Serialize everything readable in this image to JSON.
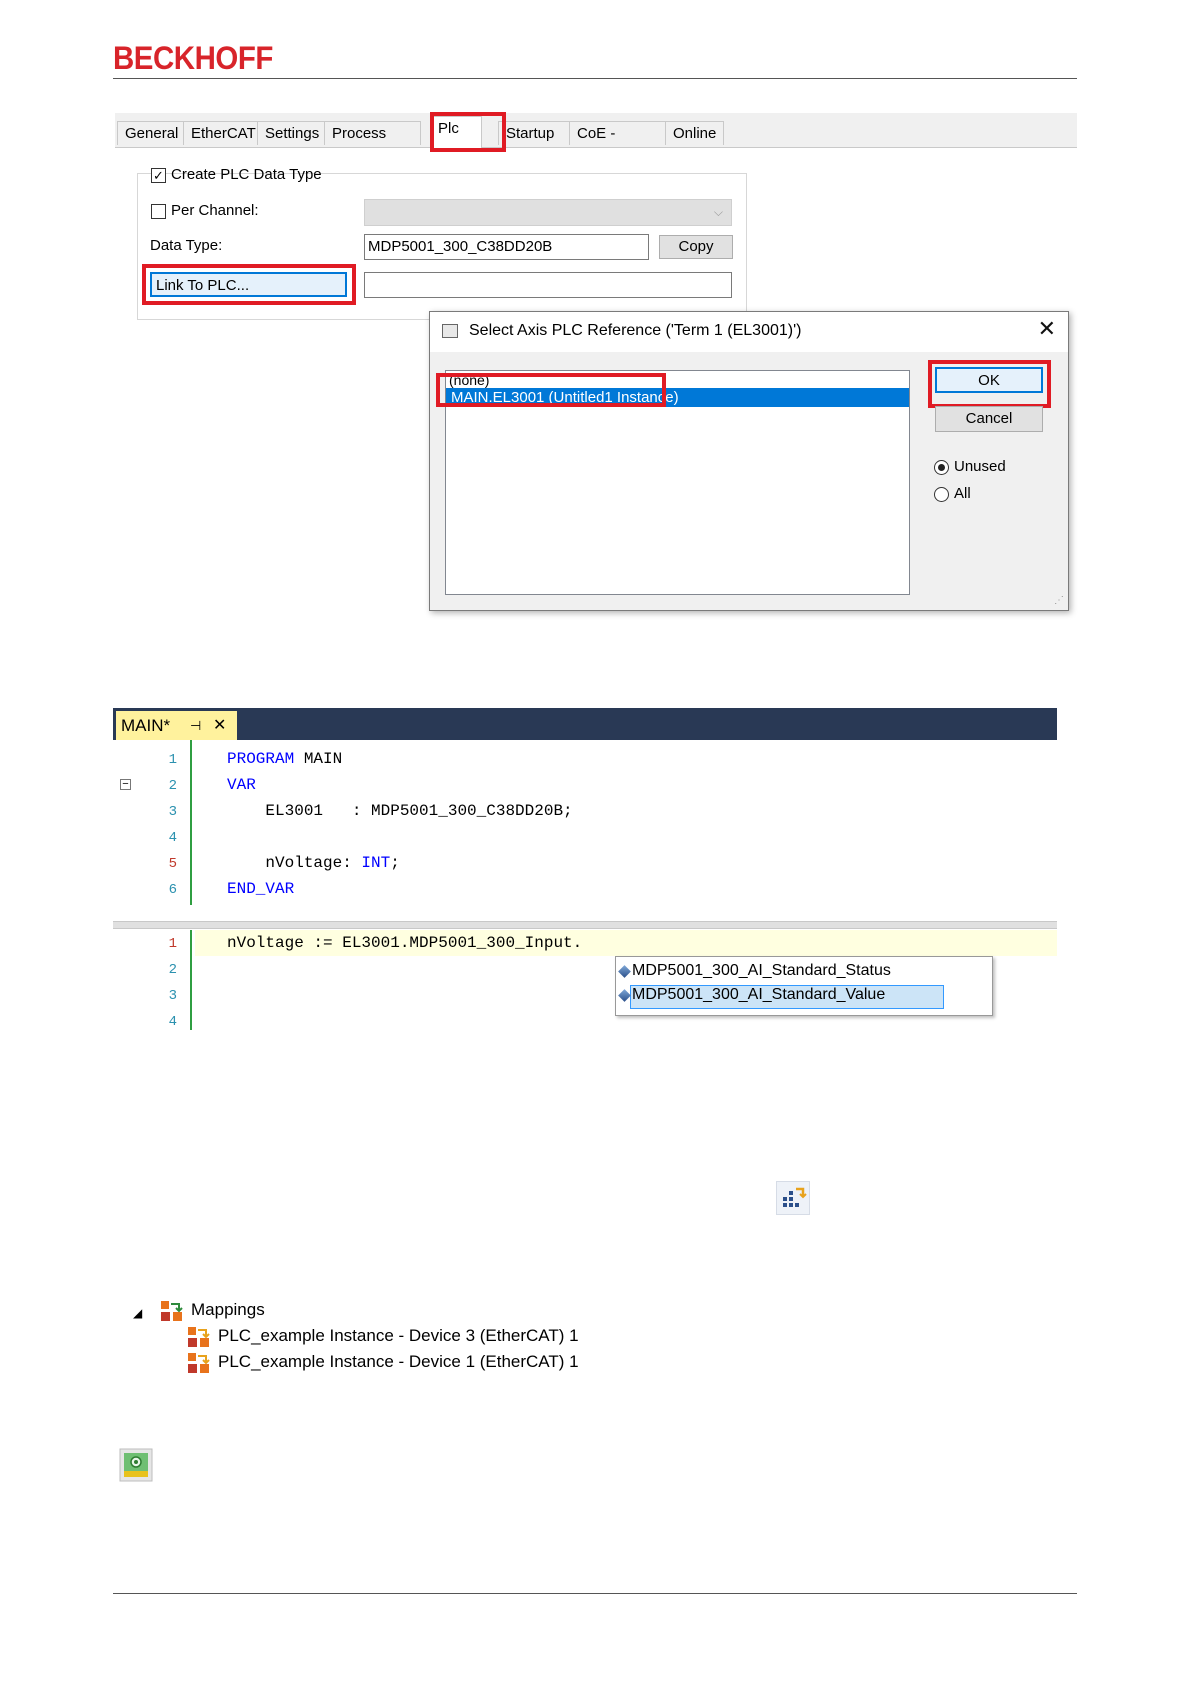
{
  "brand": {
    "logo_text": "BECKHOFF",
    "logo_color": "#d8242a"
  },
  "tabs": [
    {
      "label": "General"
    },
    {
      "label": "EtherCAT"
    },
    {
      "label": "Settings"
    },
    {
      "label": "Process Data"
    },
    {
      "label": "Plc",
      "active": true
    },
    {
      "label": "Startup"
    },
    {
      "label": "CoE - Online"
    },
    {
      "label": "Online"
    }
  ],
  "plc_panel": {
    "create_type_label": "Create PLC Data Type",
    "create_type_checked": true,
    "per_channel_label": "Per Channel:",
    "per_channel_checked": false,
    "data_type_label": "Data Type:",
    "data_type_value": "MDP5001_300_C38DD20B",
    "copy_button": "Copy",
    "link_button": "Link To PLC...",
    "link_value": ""
  },
  "dialog": {
    "title": "Select Axis PLC Reference ('Term 1 (EL3001)')",
    "list_items": [
      {
        "label": "(none)"
      },
      {
        "label": "MAIN.EL3001 (Untitled1 Instance)",
        "selected": true
      }
    ],
    "ok_button": "OK",
    "cancel_button": "Cancel",
    "radio_unused": "Unused",
    "radio_all": "All",
    "selected_radio": "Unused"
  },
  "editor": {
    "tab_label": "MAIN*",
    "tab_pin": "⊣",
    "tab_close": "✕",
    "decl_lines": [
      {
        "num": "1",
        "kw": "PROGRAM",
        "rest": " MAIN"
      },
      {
        "num": "2",
        "kw": "VAR",
        "rest": ""
      },
      {
        "num": "3",
        "kw": "",
        "rest": "    EL3001   : MDP5001_300_C38DD20B;"
      },
      {
        "num": "4",
        "kw": "",
        "rest": ""
      },
      {
        "num": "5",
        "kw": "",
        "rest": "    nVoltage: ",
        "kw2": "INT",
        "rest2": ";"
      },
      {
        "num": "6",
        "kw": "END_VAR",
        "rest": ""
      }
    ],
    "impl_lines": [
      {
        "num": "1",
        "text": "nVoltage := EL3001.MDP5001_300_Input."
      },
      {
        "num": "2",
        "text": ""
      },
      {
        "num": "3",
        "text": ""
      },
      {
        "num": "4",
        "text": ""
      }
    ],
    "autocomplete": [
      {
        "label": "MDP5001_300_AI_Standard_Status"
      },
      {
        "label": "MDP5001_300_AI_Standard_Value",
        "selected": true
      }
    ]
  },
  "mappings": {
    "root": "Mappings",
    "items": [
      {
        "label": "PLC_example Instance - Device 3 (EtherCAT) 1"
      },
      {
        "label": "PLC_example Instance - Device 1 (EtherCAT) 1"
      }
    ]
  },
  "colors": {
    "highlight_red": "#e01b24",
    "selection_blue": "#0078d7",
    "editor_header": "#293955",
    "tab_yellow": "#fff29d"
  }
}
